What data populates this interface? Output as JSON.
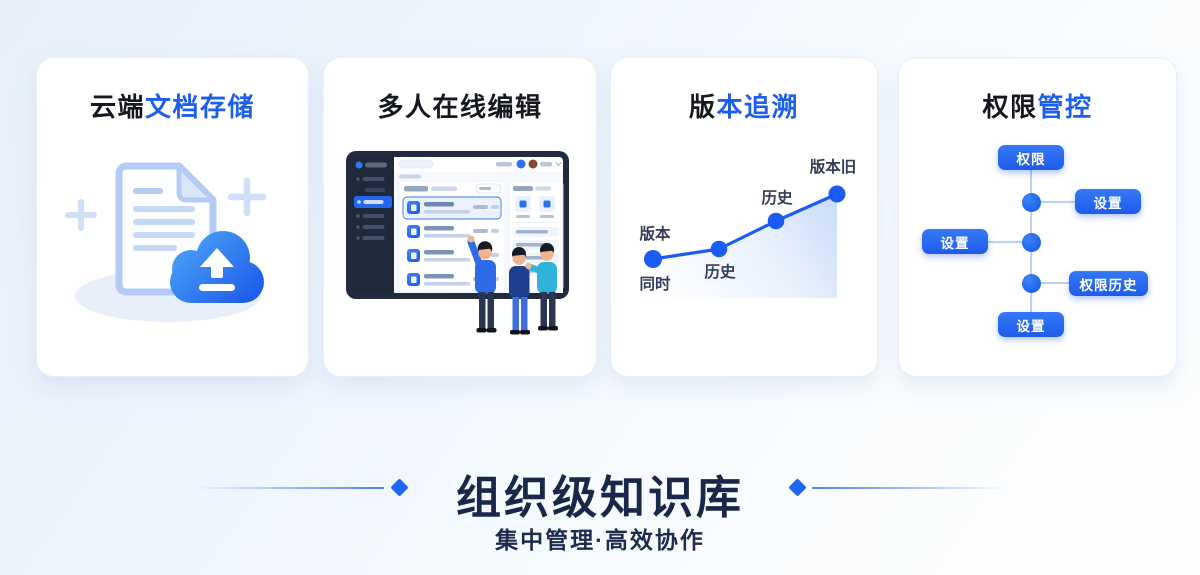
{
  "page": {
    "section_title": "组织级知识库",
    "section_subtitle": "集中管理·高效协作"
  },
  "cards": [
    {
      "id": "cloud-doc-storage",
      "title_dark": "云端",
      "title_blue": "文档存储"
    },
    {
      "id": "multi-user-editing",
      "title_dark": "多人在线编辑",
      "title_blue": ""
    },
    {
      "id": "version-tracing",
      "title_dark": "版",
      "title_blue": "本追溯"
    },
    {
      "id": "permission-control",
      "title_dark": "权限",
      "title_blue": "管控"
    }
  ],
  "chart_data": {
    "type": "line",
    "title": "版本追溯",
    "x": [
      1,
      2,
      3,
      4
    ],
    "values": [
      39,
      49,
      77,
      104
    ],
    "ylim": [
      0,
      120
    ],
    "grid": false,
    "legend": false,
    "axes_visible": false,
    "line_color": "#1d5cf3",
    "area_fill": "light-blue gradient under line",
    "point_labels": [
      {
        "above": "版本",
        "below": "同时"
      },
      {
        "above": "",
        "below": "历史"
      },
      {
        "above": "历史",
        "below": ""
      },
      {
        "above": "版本旧",
        "below": ""
      }
    ]
  },
  "diagram": {
    "top_box": "权限",
    "upper_right_box": "设置",
    "left_box": "设置",
    "lower_right_box": "权限历史",
    "bottom_box": "设置"
  },
  "colors": {
    "accent_blue": "#1c5ef0",
    "title_dark": "#15181f",
    "footer_navy": "#192848",
    "chart_line": "#1d5cf3",
    "flow_box_blue": "#1f5beb",
    "background_top": "#e7f0fa",
    "background_bottom": "#fdfefe"
  }
}
